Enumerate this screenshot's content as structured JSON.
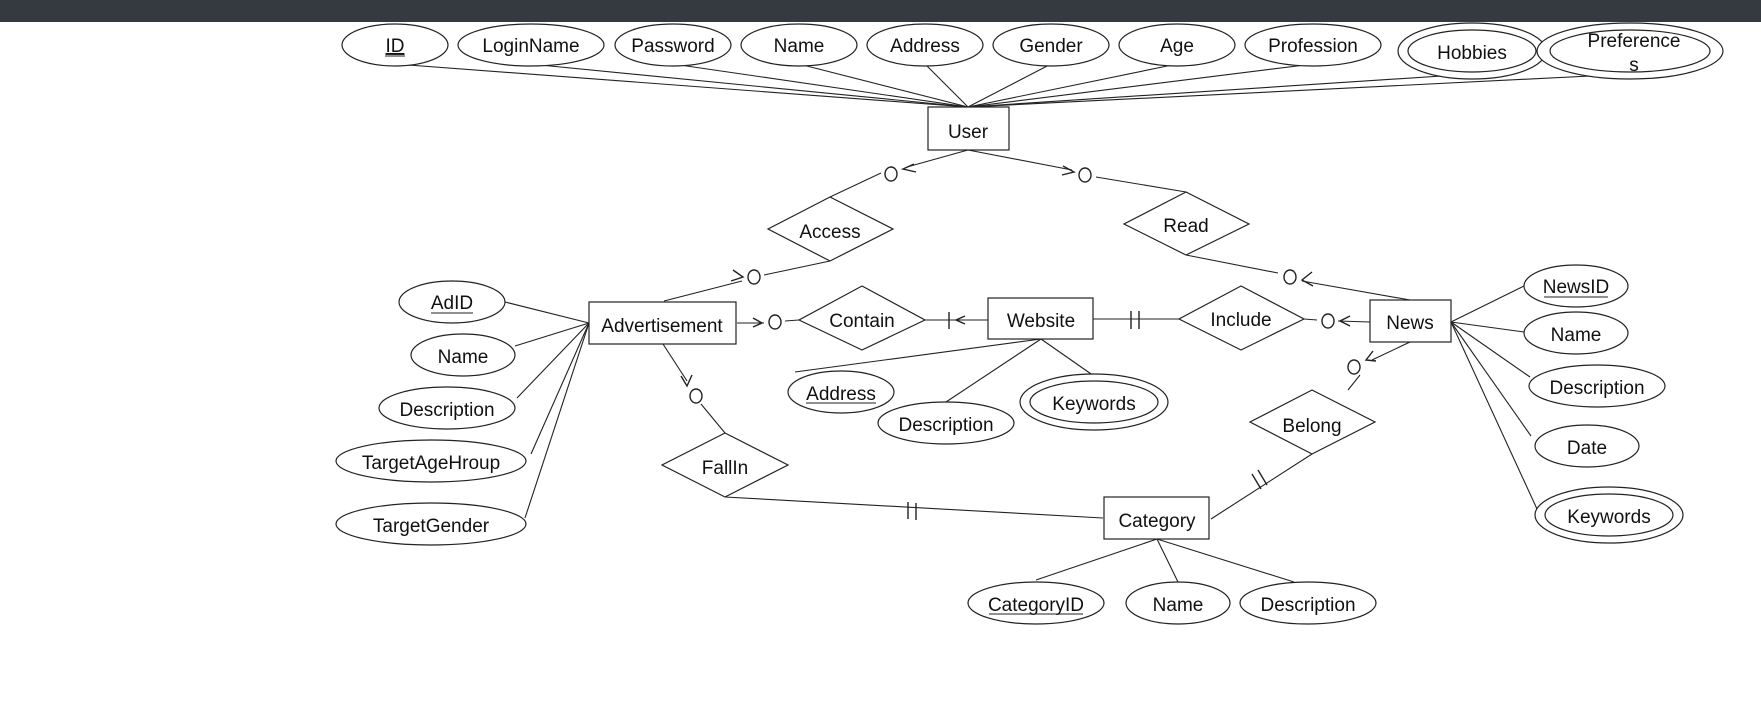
{
  "entities": {
    "user": "User",
    "advertisement": "Advertisement",
    "website": "Website",
    "news": "News",
    "category": "Category"
  },
  "relationships": {
    "access": "Access",
    "read": "Read",
    "contain": "Contain",
    "include": "Include",
    "belong": "Belong",
    "fallin": "FallIn"
  },
  "user_attributes": [
    "ID",
    "LoginName",
    "Password",
    "Name",
    "Address",
    "Gender",
    "Age",
    "Profession",
    "Hobbies",
    "Preference",
    "s"
  ],
  "advertisement_attributes": [
    "AdID",
    "Name",
    "Description",
    "TargetAgeHroup",
    "TargetGender"
  ],
  "website_attributes": [
    "Address",
    "Description",
    "Keywords"
  ],
  "news_attributes": [
    "NewsID",
    "Name",
    "Description",
    "Date",
    "Keywords"
  ],
  "category_attributes": [
    "CategoryID",
    "Name",
    "Description"
  ],
  "colors": {
    "topbar": "#343a40",
    "stroke": "#222222"
  }
}
